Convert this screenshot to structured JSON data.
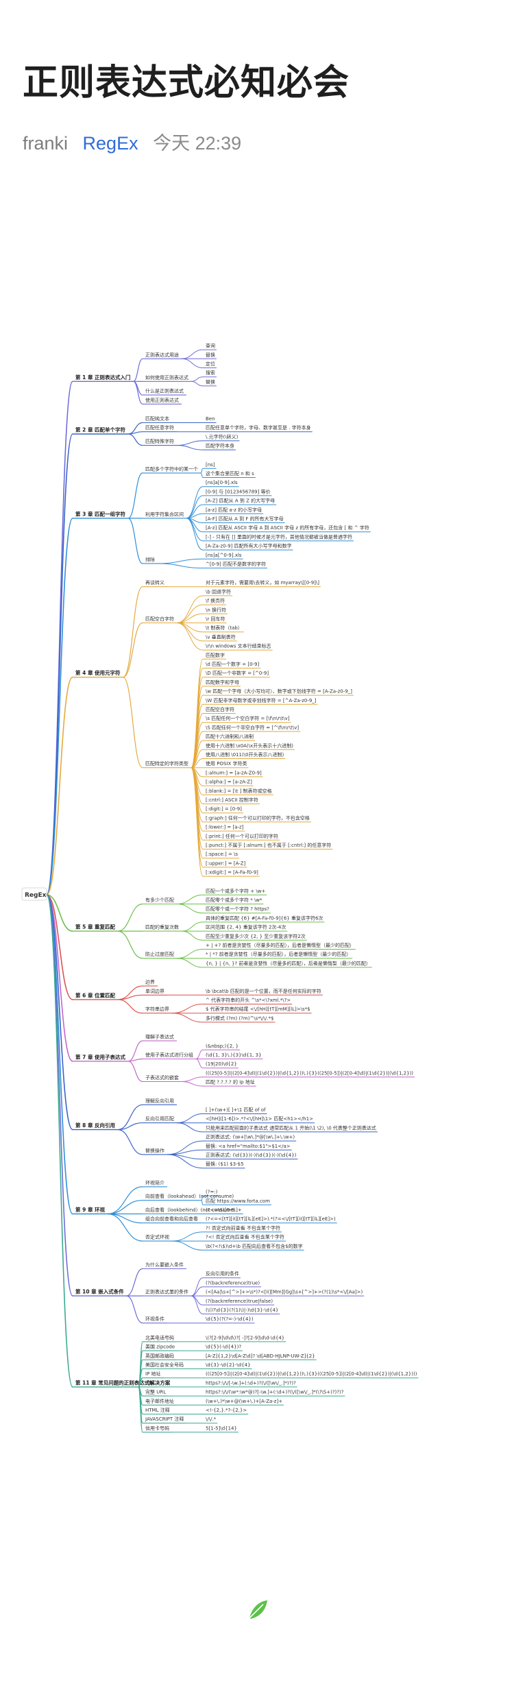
{
  "article": {
    "title": "正则表达式必知必会",
    "author": "franki",
    "tag": "RegEx",
    "time": "今天 22:39"
  },
  "mindmap": {
    "root": "RegEx",
    "chapters": [
      {
        "title": "第 1 章 正则表达式入门",
        "color": "#6c6cd9",
        "items": [
          {
            "label": "正则表达式用途",
            "children": [
              "查询",
              "替换",
              "定位"
            ]
          },
          {
            "label": "如何使用正则表达式",
            "children": [
              "搜索",
              "替换"
            ]
          },
          {
            "label": "什么是正则表达式"
          },
          {
            "label": "使用正则表达式"
          }
        ]
      },
      {
        "title": "第 2 章 匹配单个字符",
        "color": "#3a63c8",
        "items": [
          {
            "label": "匹配纯文本",
            "children": [
              "Ben"
            ]
          },
          {
            "label": "匹配任意字符",
            "children": [
              "匹配任意单个字符，字母、数字甚至是 . 字符本身"
            ]
          },
          {
            "label": "匹配特殊字符",
            "children": [
              "\\.元字符(\\转义)",
              "匹配字符本身"
            ]
          }
        ]
      },
      {
        "title": "第 3 章 匹配一组字符",
        "color": "#2f8fd8",
        "items": [
          {
            "label": "匹配多个字符中的某一个",
            "children": [
              "[ns]",
              "这个集合里匹配 n 和 s"
            ]
          },
          {
            "label": "利用字符集合区间",
            "children": [
              "[ns]a[0-9].xls",
              "[0-9] 与 [0123456789] 等价",
              "[A-Z] 匹配从 A 到 Z 的大写字母",
              "[a-z] 匹配 a-z 的小写字母",
              "[A-F] 匹配从 A 到 F 的所有大写字母",
              "[A-z] 匹配从 ASCII 字母 A 到 ASCII 字母 z 的所有字母，还包含 [ 和 ^ 字符",
              "[-] - 只有在 [] 里面的时候才是元字符，其他情况都被当做是普通字符",
              "[A-Za-z0-9] 匹配所有大小写字母和数字"
            ]
          },
          {
            "label": "排除",
            "children": [
              "[ns]a[^0-9].xls",
              "^[0-9] 匹配不是数字的字符"
            ]
          }
        ]
      },
      {
        "title": "第 4 章 使用元字符",
        "color": "#e4a93c",
        "items": [
          {
            "label": "再谈转义",
            "children": [
              "对于元素字符，需要用\\去转义，如 myarray\\[[0-9]\\]"
            ]
          },
          {
            "label": "匹配空白字符",
            "children": [
              "\\b 回退字符",
              "\\f 换页符",
              "\\n 换行符",
              "\\r 回车符",
              "\\t 制表符（tab）",
              "\\v 垂直制表符",
              "\\r\\n windows 文本行结束标志"
            ]
          },
          {
            "label": "匹配特定的字符类型",
            "children": [
              "匹配数字",
              "\\d 匹配一个数字 = [0-9]",
              "\\D 匹配一个非数字 = [^0-9]",
              "匹配数字和字母",
              "\\w 匹配一个字母（大小写均可）、数字或下划线字符 = [A-Za-z0-9_]",
              "\\W 匹配非字母数字或非划线字符 = [^A-Za-z0-9_]",
              "匹配空白字符",
              "\\s 匹配任何一个空白字符 = [\\f\\n\\r\\t\\v]",
              "\\S 匹配任何一个非空白字符 = [^\\f\\n\\r\\t\\v]",
              "匹配十六进制和八进制",
              "使用十六进制 \\x0A(\\x开头表示十六进制)",
              "使用八进制 \\011(\\0开头表示八进制)",
              "使用 POSIX 字符类",
              "[:alnum:] = [a-zA-Z0-9]",
              "[:alpha:] = [a-zA-Z]",
              "[:blank:] = [\\t ] 制表符或空格",
              "[:cntrl:] ASCII 控制字符",
              "[:digit:] = [0-9]",
              "[:graph:] 任何一个可以打印的字符，不包含空格",
              "[:lower:] = [a-z]",
              "[:print:] 任何一个可以打印的字符",
              "[:punct:] 不属于 [:alnum:] 也不属于 [:cntrl:] 的任意字符",
              "[:space:] = \\s",
              "[:upper:] = [A-Z]",
              "[:xdigit:] = [A-Fa-f0-9]"
            ]
          }
        ]
      },
      {
        "title": "第 5 章 重复匹配",
        "color": "#6dbf4a",
        "items": [
          {
            "label": "有多少个匹配",
            "children": [
              "匹配一个或多个字符 + \\w+",
              "匹配零个或多个字符 * \\w*",
              "匹配零个或一个字符 ? https?"
            ]
          },
          {
            "label": "匹配的重复次数",
            "children": [
              "具体的重复匹配 {6} #[A-Fa-f0-9]{6} 重复该字符6次",
              "区间范围 {2, 4} 重复该字符 2次-4次",
              "匹配至少重复多少次 {2, } 至少重复该字符2次"
            ]
          },
          {
            "label": "防止过度匹配",
            "children": [
              "+ | +? 前者是贪婪性（尽量多的匹配），后者是懒惰型（最少的匹配）",
              "* | *? 前者是贪婪性（尽量多的匹配），后者是懒惰型（最少的匹配）",
              "{n, } | {n, }? 前者是贪婪性（尽量多的匹配），后者是懒惰型（最少的匹配）"
            ]
          }
        ]
      },
      {
        "title": "第 6 章 位置匹配",
        "color": "#d9534f",
        "items": [
          {
            "label": "边界"
          },
          {
            "label": "单词边界",
            "children": [
              "\\b \\bcat\\b 匹配的是一个位置，而不是任何实际的字符"
            ]
          },
          {
            "label": "字符串边界",
            "children": [
              "^ 代表字符串的开头 ^\\s*<\\?xml.*\\?>",
              "$ 代表字符串的结尾 <\\/[hH][tT][mM][lL]>\\s*$",
              "多行模式 (?m) (?m)^\\s*\\/\\/.*$"
            ]
          }
        ]
      },
      {
        "title": "第 7 章 使用子表达式",
        "color": "#c067c9",
        "items": [
          {
            "label": "理解子表达式"
          },
          {
            "label": "使用子表达式进行分组",
            "children": [
              "(&nbsp;){2, }",
              "(\\d{1, 3}\\.){3}\\d{1, 3}",
              "(19|20)\\d{2}"
            ]
          },
          {
            "label": "子表达式的嵌套",
            "children": [
              "(((25[0-5])|(2[0-4]\\d)|(1\\d{2})|(\\d{1,2}))\\.){3}((25[0-5])|(2[0-4]\\d)|(1\\d{2})|(\\d{1,2}))",
              "匹配 ?.?.?.? 的 ip 地址"
            ]
          }
        ]
      },
      {
        "title": "第 8 章 反向引用",
        "color": "#3a63c8",
        "items": [
          {
            "label": "理解反向引用"
          },
          {
            "label": "反向引用匹配",
            "children": [
              "[ ]+(\\w+)[ ]+\\1 匹配 of of",
              "<[hH]([1-6])>.*?<\\/[hH]\\1> 匹配<h1></h1>",
              "只能用来匹配前面的子表达式 通常匹配从 1 开始(\\1 \\2), \\0 代表整个正则表达式"
            ]
          },
          {
            "label": "替换操作",
            "children": [
              "正则表达式: (\\w+[\\w\\.]*@[\\w\\.]+\\.\\w+)",
              "替换: <a href=\"mailto:$1\">$1</a>",
              "正则表达式: (\\d{3})(-)(\\d{3})(-)(\\d{4})",
              "替换: ($1) $3-$5"
            ]
          }
        ]
      },
      {
        "title": "第 9 章 环视",
        "color": "#2f8fd8",
        "items": [
          {
            "label": "环视简介"
          },
          {
            "label": "向前查看（lookahead）(not consume)",
            "children": [
              "(?=:)",
              "匹配 https://www.forta.com"
            ]
          },
          {
            "label": "向后查看（lookbehind）(not consume)",
            "children": [
              "(?<=\\$)[0-9.]+"
            ]
          },
          {
            "label": "组合向前查看和向后查看",
            "children": [
              "(?<=<[tT][iI][tT][lL][eE]>).*(?=<\\/[tT][iI][tT][lL][eE]>)"
            ]
          },
          {
            "label": "否定式环视",
            "children": [
              "?! 否定式向前查看 不包含某个字符",
              "?<! 否定式向后查看 不包含某个字符",
              "\\b(?<!\\$)\\d+\\b 匹配向后查看不包含$的数字"
            ]
          }
        ]
      },
      {
        "title": "第 10 章 嵌入式条件",
        "color": "#6c6cd9",
        "items": [
          {
            "label": "为什么要嵌入条件"
          },
          {
            "label": "正则表达式里的条件",
            "children": [
              "反向引用的条件",
              "(?(backreference)true)",
              "(<[Aa]\\s+[^>]+>\\s*)?<[Ii][Mm][Gg]\\s+[^>]+>(?(1)\\s*<\\/[Aa]>)",
              "(?(backreference)true|false)",
              "(\\()?\\d{3}(?(1)\\)|-)\\d{3}-\\d{4}"
            ]
          },
          {
            "label": "环视条件",
            "children": [
              "\\d{5}(?(?=-)-\\d{4})"
            ]
          }
        ]
      },
      {
        "title": "第 11 章 常见问题的正则表达式解决方案",
        "color": "#3aa98f",
        "items": [
          {
            "label": "北美电话号码",
            "children": [
              "\\(?[2-9]\\d\\d\\)?[ -]?[2-9]\\d\\d-\\d{4}"
            ]
          },
          {
            "label": "美国 zipcode",
            "children": [
              "\\d{5}(-\\d{4})?"
            ]
          },
          {
            "label": "英国邮政编码",
            "children": [
              "[A-Z]{1,2}\\d[A-Z\\d]? \\d[ABD-HJLNP-UW-Z]{2}"
            ]
          },
          {
            "label": "美国社会安全号码",
            "children": [
              "\\d{3}-\\d{2}-\\d{4}"
            ]
          },
          {
            "label": "IP 地址",
            "children": [
              "(((25[0-5])|(2[0-4]\\d)|(1\\d{2})|(\\d{1,2}))\\.){3}(((25[0-5])|(2[0-4]\\d)|(1\\d{2})|(\\d{1,2})))"
            ]
          },
          {
            "label": "URL",
            "children": [
              "https?:\\/\\/[-\\w.]+(:\\d+)?(\\/([\\w\\/_.]*)?)?"
            ]
          },
          {
            "label": "完整 URL",
            "children": [
              "https?:\\/\\/(\\w*:\\w*@)?[-\\w.]+(:\\d+)?(\\/([\\w\\/_.]*(\\?\\S+)?)?)?"
            ]
          },
          {
            "label": "电子邮件地址",
            "children": [
              "(\\w+\\.)*\\w+@(\\w+\\.)+[A-Za-z]+"
            ]
          },
          {
            "label": "HTML 注释",
            "children": [
              "<!-{2,}.*?-{2,}>"
            ]
          },
          {
            "label": "JAVASCRIPT 注释",
            "children": [
              "\\/\\/.*"
            ]
          },
          {
            "label": "信用卡号码",
            "children": [
              "5[1-5]\\d{14}"
            ]
          }
        ]
      }
    ]
  }
}
